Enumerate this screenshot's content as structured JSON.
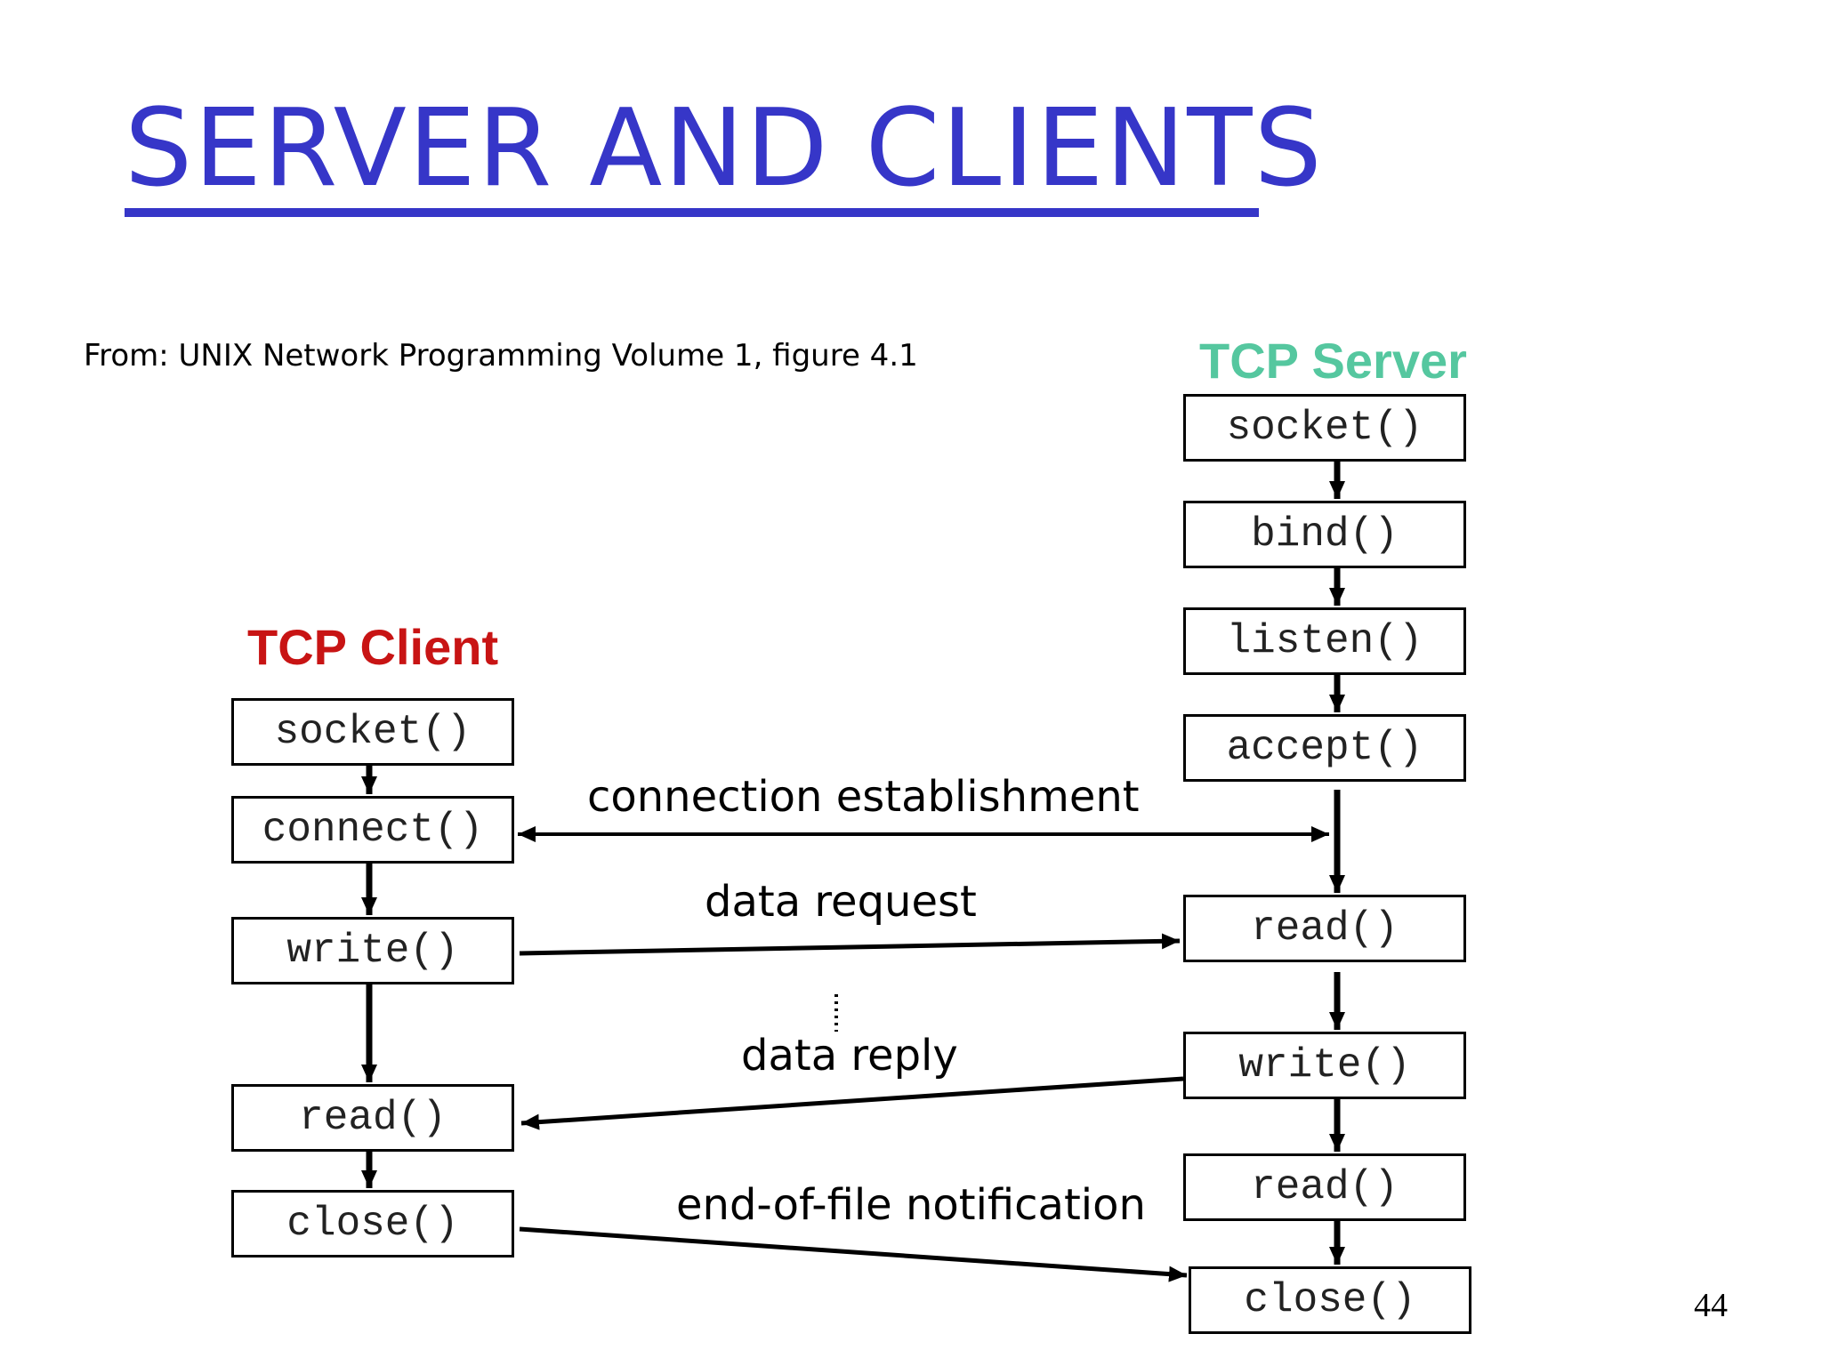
{
  "slide": {
    "title": "SERVER AND CLIENTS",
    "source": "From: UNIX Network Programming Volume 1, figure 4.1",
    "page_number": "44"
  },
  "server": {
    "heading": "TCP Server",
    "steps": {
      "socket": "socket()",
      "bind": "bind()",
      "listen": "listen()",
      "accept": "accept()",
      "read1": "read()",
      "write": "write()",
      "read2": "read()",
      "close": "close()"
    }
  },
  "client": {
    "heading": "TCP Client",
    "steps": {
      "socket": "socket()",
      "connect": "connect()",
      "write": "write()",
      "read": "read()",
      "close": "close()"
    }
  },
  "messages": {
    "connection": "connection establishment",
    "request": "data request",
    "reply": "data reply",
    "eof": "end-of-file notification"
  },
  "colors": {
    "title": "#3636c8",
    "server_heading": "#55c79f",
    "client_heading": "#c81414"
  }
}
